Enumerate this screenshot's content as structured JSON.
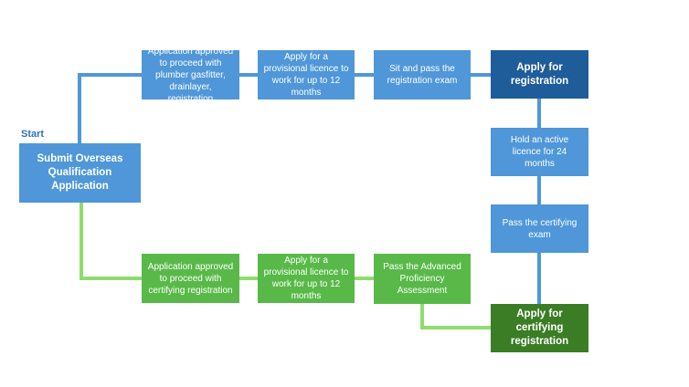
{
  "colors": {
    "blue": "#4f97d8",
    "blue_dark": "#1f5c9a",
    "green": "#58b948",
    "green_dark": "#3a7d24",
    "blue_line": "#4f97d8",
    "green_line": "#8fdc6d",
    "start_label": "#2e75b6"
  },
  "start_label": "Start",
  "start_box": "Submit Overseas Qualification Application",
  "registration_path": {
    "step1": "Application approved to proceed with plumber gasfitter, drainlayer, registration",
    "step2": "Apply for a provisional licence to work for up to 12 months",
    "step3": "Sit and pass the registration exam",
    "outcome": "Apply for registration",
    "step4": "Hold an active licence for 24 months",
    "step5": "Pass the certifying exam"
  },
  "certifying_path": {
    "step1": "Application approved to proceed with certifying registration",
    "step2": "Apply for a provisional licence to work for up to 12 months",
    "step3": "Pass the Advanced Proficiency Assessment",
    "outcome": "Apply for certifying registration"
  }
}
